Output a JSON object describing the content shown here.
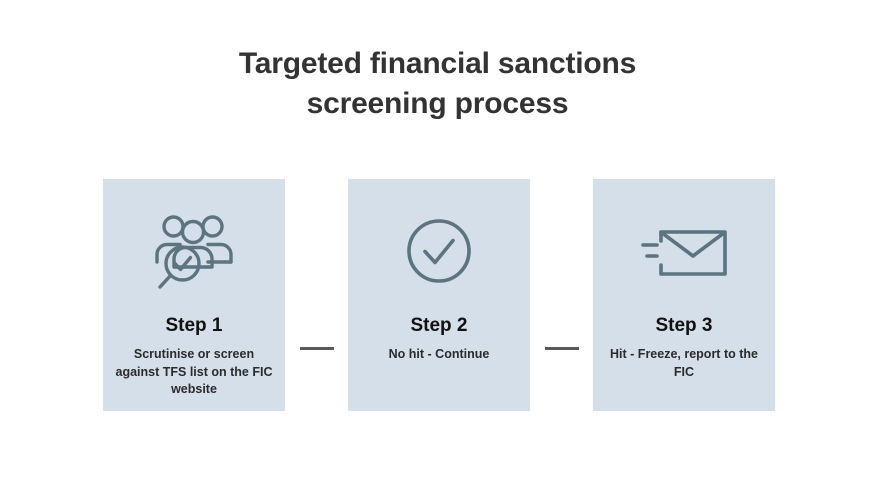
{
  "slide": {
    "title_line1": "Targeted financial sanctions",
    "title_line2": "screening process",
    "background_color": "#ffffff",
    "card_color": "#d5dfe9",
    "icon_color": "#5b7480",
    "title_color": "#333333",
    "connector_color": "#595959"
  },
  "steps": [
    {
      "icon": "people-search-check-icon",
      "heading": "Step 1",
      "description": "Scrutinise or screen against TFS list on the FIC website"
    },
    {
      "icon": "circle-check-icon",
      "heading": "Step 2",
      "description": "No hit - Continue"
    },
    {
      "icon": "envelope-send-icon",
      "heading": "Step 3",
      "description": "Hit - Freeze, report to the FIC"
    }
  ],
  "connectors": [
    {
      "name": "connector-step1-step2"
    },
    {
      "name": "connector-step2-step3"
    }
  ]
}
